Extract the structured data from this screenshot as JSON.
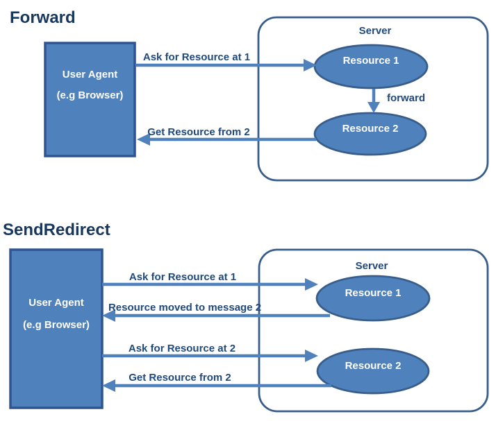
{
  "colors": {
    "shape_fill": "#4f81bd",
    "shape_border": "#385d8a",
    "box_border": "#2f5491",
    "arrow_blue": "#4f81bd",
    "label_text": "#1f497d",
    "title_text": "#17375e",
    "shape_text": "#ffffff",
    "server_fill": "#ffffff",
    "background": "#ffffff"
  },
  "forward": {
    "title": "Forward",
    "user_agent_line1": "User Agent",
    "user_agent_line2": "(e.g Browser)",
    "server_label": "Server",
    "resource1_label": "Resource 1",
    "resource2_label": "Resource 2",
    "arrow_ask_label": "Ask for Resource at 1",
    "arrow_forward_label": "forward",
    "arrow_get_label": "Get Resource from 2"
  },
  "sendredirect": {
    "title": "SendRedirect",
    "user_agent_line1": "User Agent",
    "user_agent_line2": "(e.g Browser)",
    "server_label": "Server",
    "resource1_label": "Resource 1",
    "resource2_label": "Resource 2",
    "arrow_ask1_label": "Ask for Resource at 1",
    "arrow_moved_label": "Resource moved to message 2",
    "arrow_ask2_label": "Ask for Resource at 2",
    "arrow_get_label": "Get Resource from 2"
  }
}
